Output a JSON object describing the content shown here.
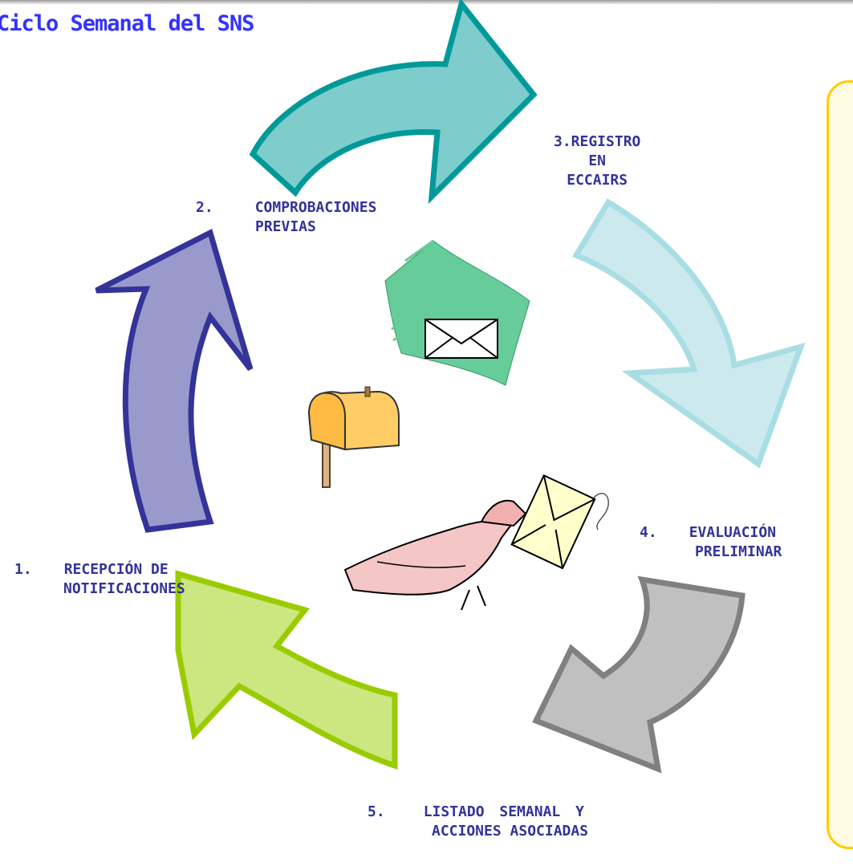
{
  "title": "Ciclo Semanal del SNS",
  "steps": [
    {
      "number": "1.",
      "lines": [
        "RECEPCIÓN DE",
        "NOTIFICACIONES"
      ],
      "arrow_color": "#9999cc",
      "arrow_border": "#333399"
    },
    {
      "number": "2.",
      "lines": [
        "COMPROBACIONES",
        "PREVIAS"
      ],
      "arrow_color": "#7fcccc",
      "arrow_border": "#009999"
    },
    {
      "number": "",
      "lines": [
        "3.REGISTRO",
        "EN",
        "ECCAIRS"
      ],
      "arrow_color": "#cce9ee",
      "arrow_border": "#a8dde4"
    },
    {
      "number": "4.",
      "lines": [
        "EVALUACIÓN",
        "PRELIMINAR"
      ],
      "arrow_color": "#c0c0c0",
      "arrow_border": "#808080"
    },
    {
      "number": "5.",
      "lines": [
        "LISTADO SEMANAL Y",
        "ACCIONES ASOCIADAS"
      ],
      "arrow_color": "#cce680",
      "arrow_border": "#99cc00"
    }
  ],
  "colors": {
    "title": "#3333ff",
    "labels": "#333399",
    "panel_fill": "#fffbe3",
    "panel_border": "#ffcc00"
  },
  "icons": [
    "mailbox-icon",
    "flying-envelope-icon",
    "bird-with-letter-icon"
  ]
}
